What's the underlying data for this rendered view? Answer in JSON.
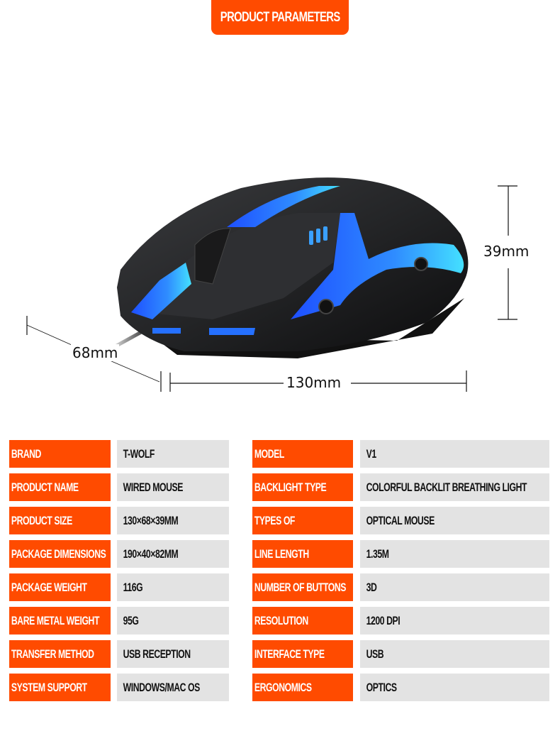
{
  "header": {
    "title": "PRODUCT PARAMETERS"
  },
  "colors": {
    "accent": "#ff4b00",
    "value_bg": "#e3e3e3",
    "label_text": "#ffffff",
    "value_text": "#111111"
  },
  "dimensions": {
    "width": "68mm",
    "length": "130mm",
    "height": "39mm"
  },
  "product_image": {
    "description": "black wired mouse with blue backlight"
  },
  "params_left": [
    {
      "label": "BRAND",
      "value": "T-WOLF"
    },
    {
      "label": "PRODUCT NAME",
      "value": "WIRED MOUSE"
    },
    {
      "label": "PRODUCT SIZE",
      "value": "130×68×39MM"
    },
    {
      "label": "PACKAGE DIMENSIONS",
      "value": "190×40×82MM"
    },
    {
      "label": "PACKAGE WEIGHT",
      "value": "116G"
    },
    {
      "label": "BARE METAL WEIGHT",
      "value": "95G"
    },
    {
      "label": "TRANSFER METHOD",
      "value": "USB RECEPTION"
    },
    {
      "label": "SYSTEM SUPPORT",
      "value": "WINDOWS/MAC OS"
    }
  ],
  "params_right": [
    {
      "label": "MODEL",
      "value": "V1"
    },
    {
      "label": "BACKLIGHT TYPE",
      "value": "COLORFUL BACKLIT BREATHING LIGHT"
    },
    {
      "label": "TYPES OF",
      "value": "OPTICAL MOUSE"
    },
    {
      "label": "LINE LENGTH",
      "value": "1.35M"
    },
    {
      "label": "NUMBER OF BUTTONS",
      "value": "3D"
    },
    {
      "label": "RESOLUTION",
      "value": "1200 DPI"
    },
    {
      "label": "INTERFACE TYPE",
      "value": "USB"
    },
    {
      "label": "ERGONOMICS",
      "value": "OPTICS"
    }
  ]
}
